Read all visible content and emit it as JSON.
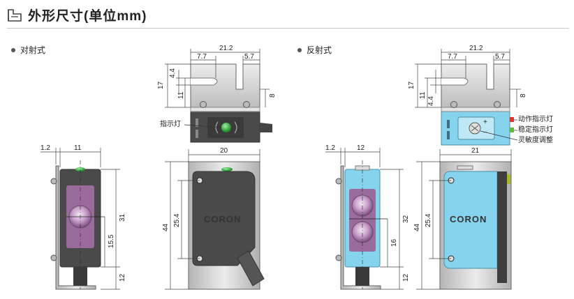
{
  "header": {
    "title": "外形尺寸(单位mm)"
  },
  "sections": {
    "left": "对射式",
    "right": "反射式"
  },
  "left": {
    "top": {
      "w": "21.2",
      "a": "7.7",
      "b": "5.7",
      "h1": "4.4",
      "h2": "17",
      "h3": "11",
      "h4": "8"
    },
    "indicator": "指示灯",
    "side": {
      "w1": "1.2",
      "w2": "11",
      "h31": "31",
      "h155": "15.5",
      "h12": "12"
    },
    "front": {
      "w": "20",
      "h254": "25.4",
      "h44": "44",
      "brand": "CORON"
    }
  },
  "right": {
    "top": {
      "w": "21.2",
      "a": "7.7",
      "b": "5.7",
      "h2": "17",
      "h3": "11",
      "h1": "4.4",
      "h4": "8"
    },
    "labels": {
      "l1": "动作指示灯",
      "l2": "稳定指示灯",
      "l3": "灵敏度调整"
    },
    "side": {
      "w1": "1.2",
      "w2": "12",
      "h32": "32",
      "h16": "16",
      "h12": "12"
    },
    "front": {
      "w": "21",
      "h254": "25.4",
      "h44": "44",
      "brand": "CORON"
    }
  },
  "colors": {
    "blue": "#86d3ee",
    "purple": "#9a6c9c",
    "dark": "#4a4a4a",
    "green": "#2fae3c",
    "metal": "#cfcfcf"
  }
}
